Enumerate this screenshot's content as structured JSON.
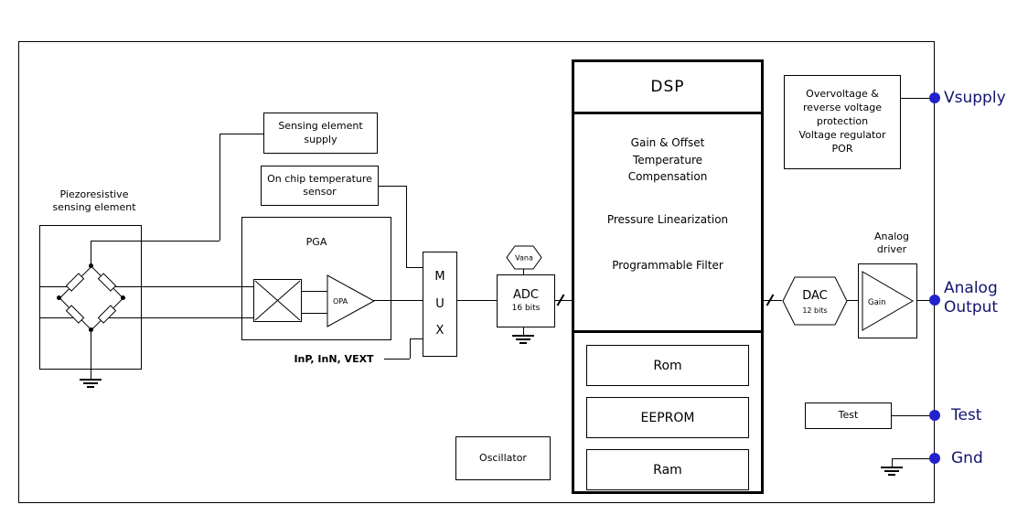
{
  "colors": {
    "wire": "#000000",
    "terminal_dot": "#2222cc",
    "terminal_label": "#14146e"
  },
  "labels": {
    "piezo": "Piezoresistive\nsensing element",
    "sensing_supply": "Sensing element\nsupply",
    "temp_sensor": "On chip temperature\nsensor",
    "pga": "PGA",
    "opa": "OPA",
    "inputs": "InP, InN, VEXT",
    "mux": "M\nU\nX",
    "vana": "Vana",
    "adc": "ADC",
    "adc_bits": "16 bits",
    "dsp": "DSP",
    "dsp_line1": "Gain & Offset\nTemperature\nCompensation",
    "dsp_line2": "Pressure Linearization",
    "dsp_line3": "Programmable Filter",
    "rom": "Rom",
    "eeprom": "EEPROM",
    "ram": "Ram",
    "oscillator": "Oscillator",
    "dac": "DAC",
    "dac_bits": "12 bits",
    "analog_driver": "Analog\ndriver",
    "gain": "Gain",
    "protection": "Overvoltage &\nreverse voltage\nprotection\nVoltage regulator\nPOR",
    "test_block": "Test"
  },
  "terminals": {
    "vsupply": "Vsupply",
    "analog_output": "Analog\nOutput",
    "test": "Test",
    "gnd": "Gnd"
  }
}
